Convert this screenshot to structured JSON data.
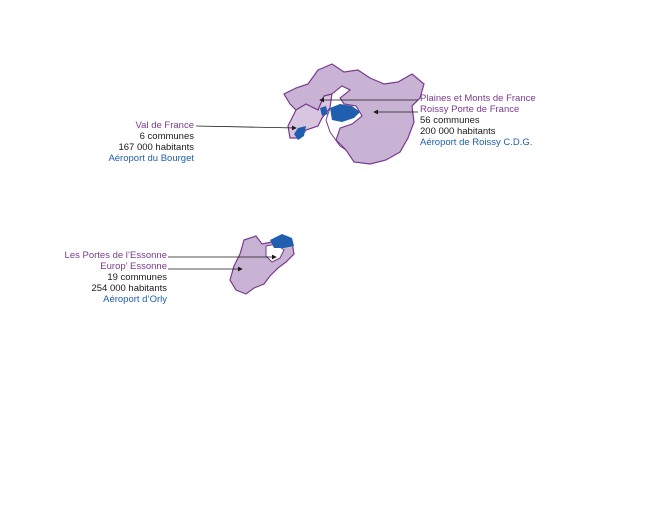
{
  "colors": {
    "territory_fill": "#c9b3d4",
    "territory_stroke": "#7a3a8e",
    "airport_fill": "#1f5fae",
    "leader_line": "#1a1a1a",
    "label_purple": "#7a3a8e",
    "label_blue": "#1f5fae"
  },
  "north": {
    "val_de_france": {
      "name": "Val de France",
      "communes": "6 communes",
      "inhabitants": "167 000 habitants",
      "airport": "Aéroport du Bourget"
    },
    "plaines_monts": {
      "name": "Plaines et Monts de France"
    },
    "roissy": {
      "name": "Roissy Porte de France",
      "communes": "56 communes",
      "inhabitants": "200 000 habitants",
      "airport": "Aéroport de Roissy C.D.G."
    }
  },
  "south": {
    "portes_essonne": {
      "name": "Les Portes de l’Essonne"
    },
    "europ_essonne": {
      "name": "Europ’ Essonne",
      "communes": "19 communes",
      "inhabitants": "254 000 habitants",
      "airport": "Aéroport d’Orly"
    }
  }
}
